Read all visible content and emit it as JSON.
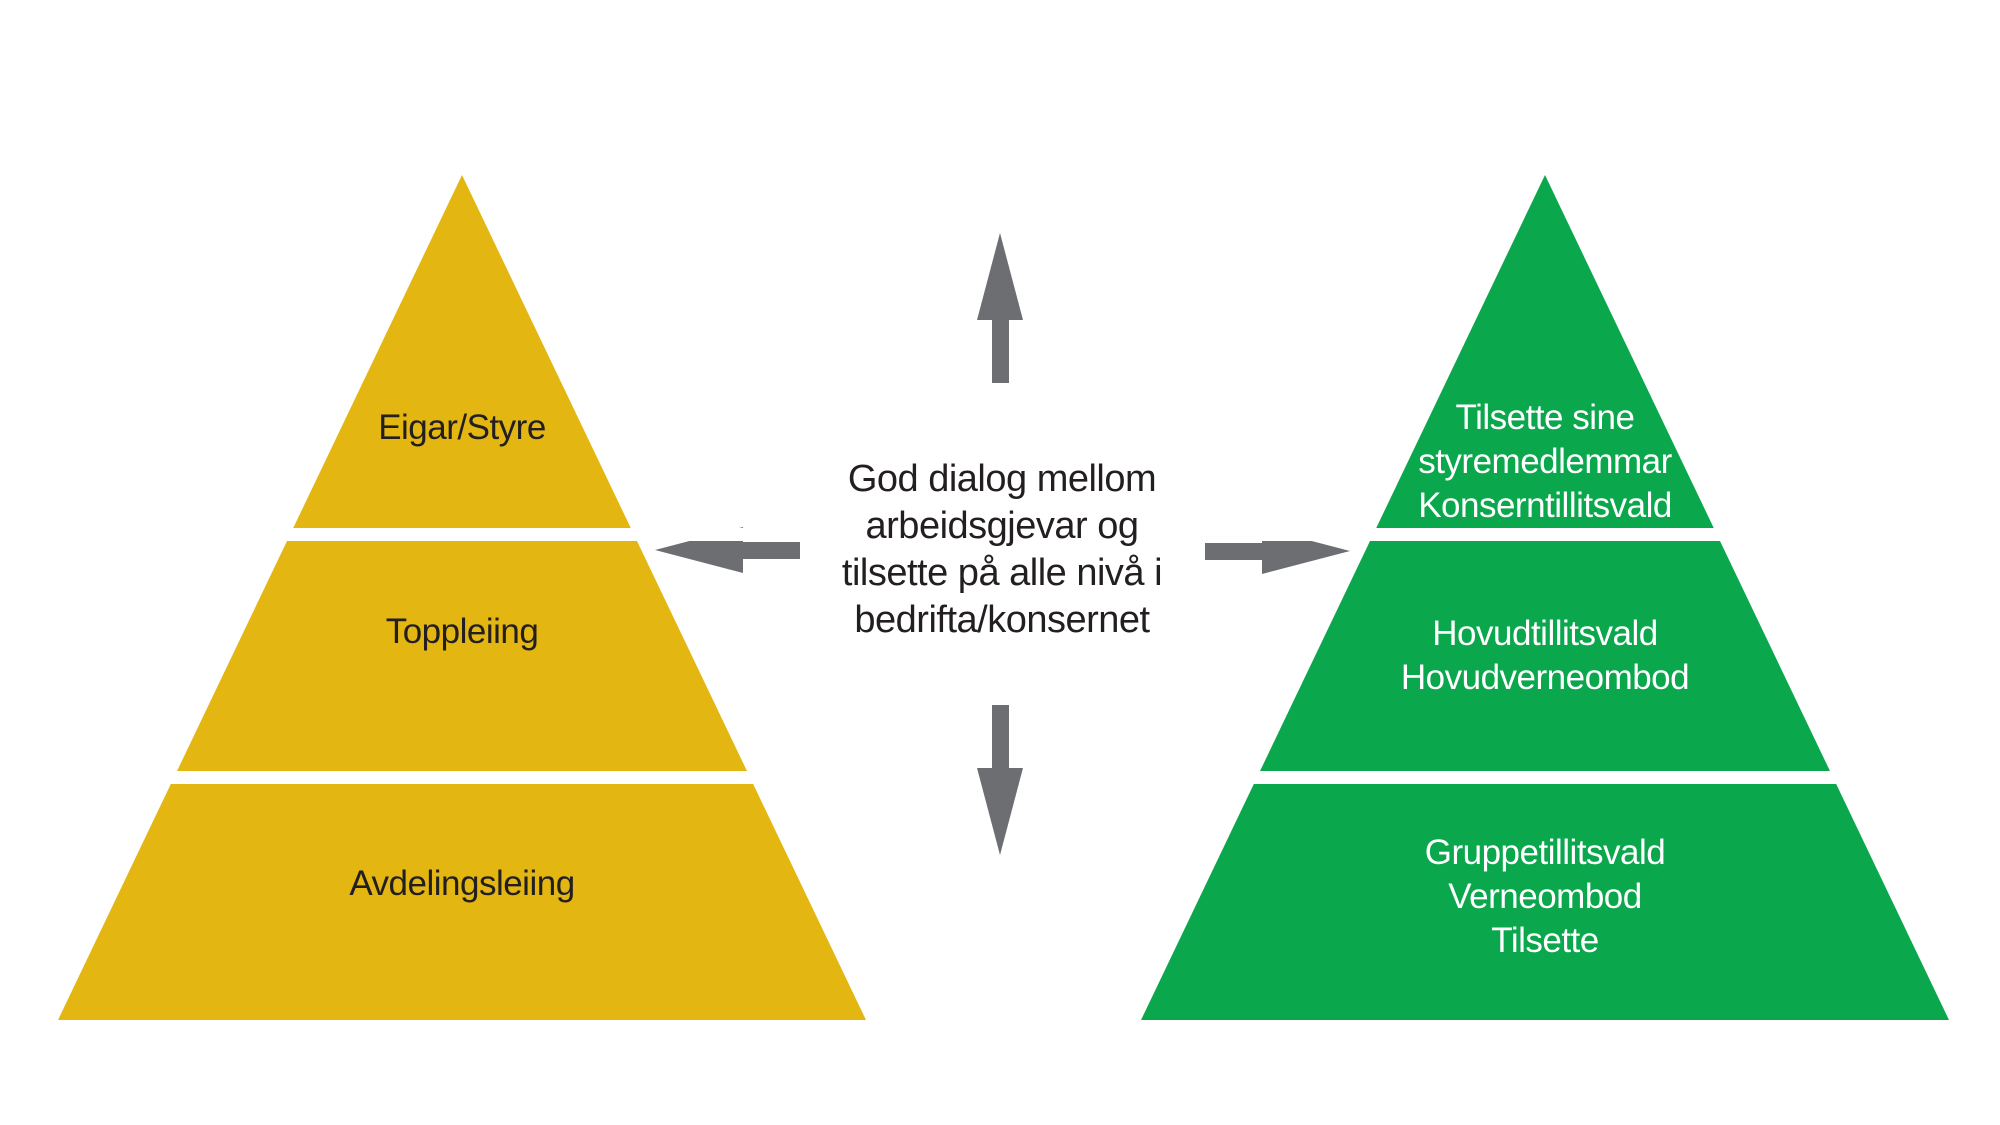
{
  "colors": {
    "yellow": "#E3B611",
    "green": "#0AA74D",
    "arrow_gray": "#6D6E71",
    "dark_text": "#231F20",
    "white": "#FFFFFF"
  },
  "left_pyramid": {
    "tiers": [
      {
        "label": "Eigar/Styre"
      },
      {
        "label": "Toppleiing"
      },
      {
        "label": "Avdelingsleiing"
      }
    ]
  },
  "right_pyramid": {
    "tiers": [
      {
        "label": "Tilsette sine\nstyremedlemmar\nKonserntillitsvald"
      },
      {
        "label": "Hovudtillitsvald\nHovudverneombod"
      },
      {
        "label": "Gruppetillitsvald\nVerneombod\nTilsette"
      }
    ]
  },
  "center": {
    "text": "God dialog mellom\narbeidsgjevar og\ntilsette på alle nivå i\nbedrifta/konsernet"
  },
  "arrows": {
    "up": "up-arrow",
    "down": "down-arrow",
    "left": "left-arrow",
    "right": "right-arrow"
  }
}
